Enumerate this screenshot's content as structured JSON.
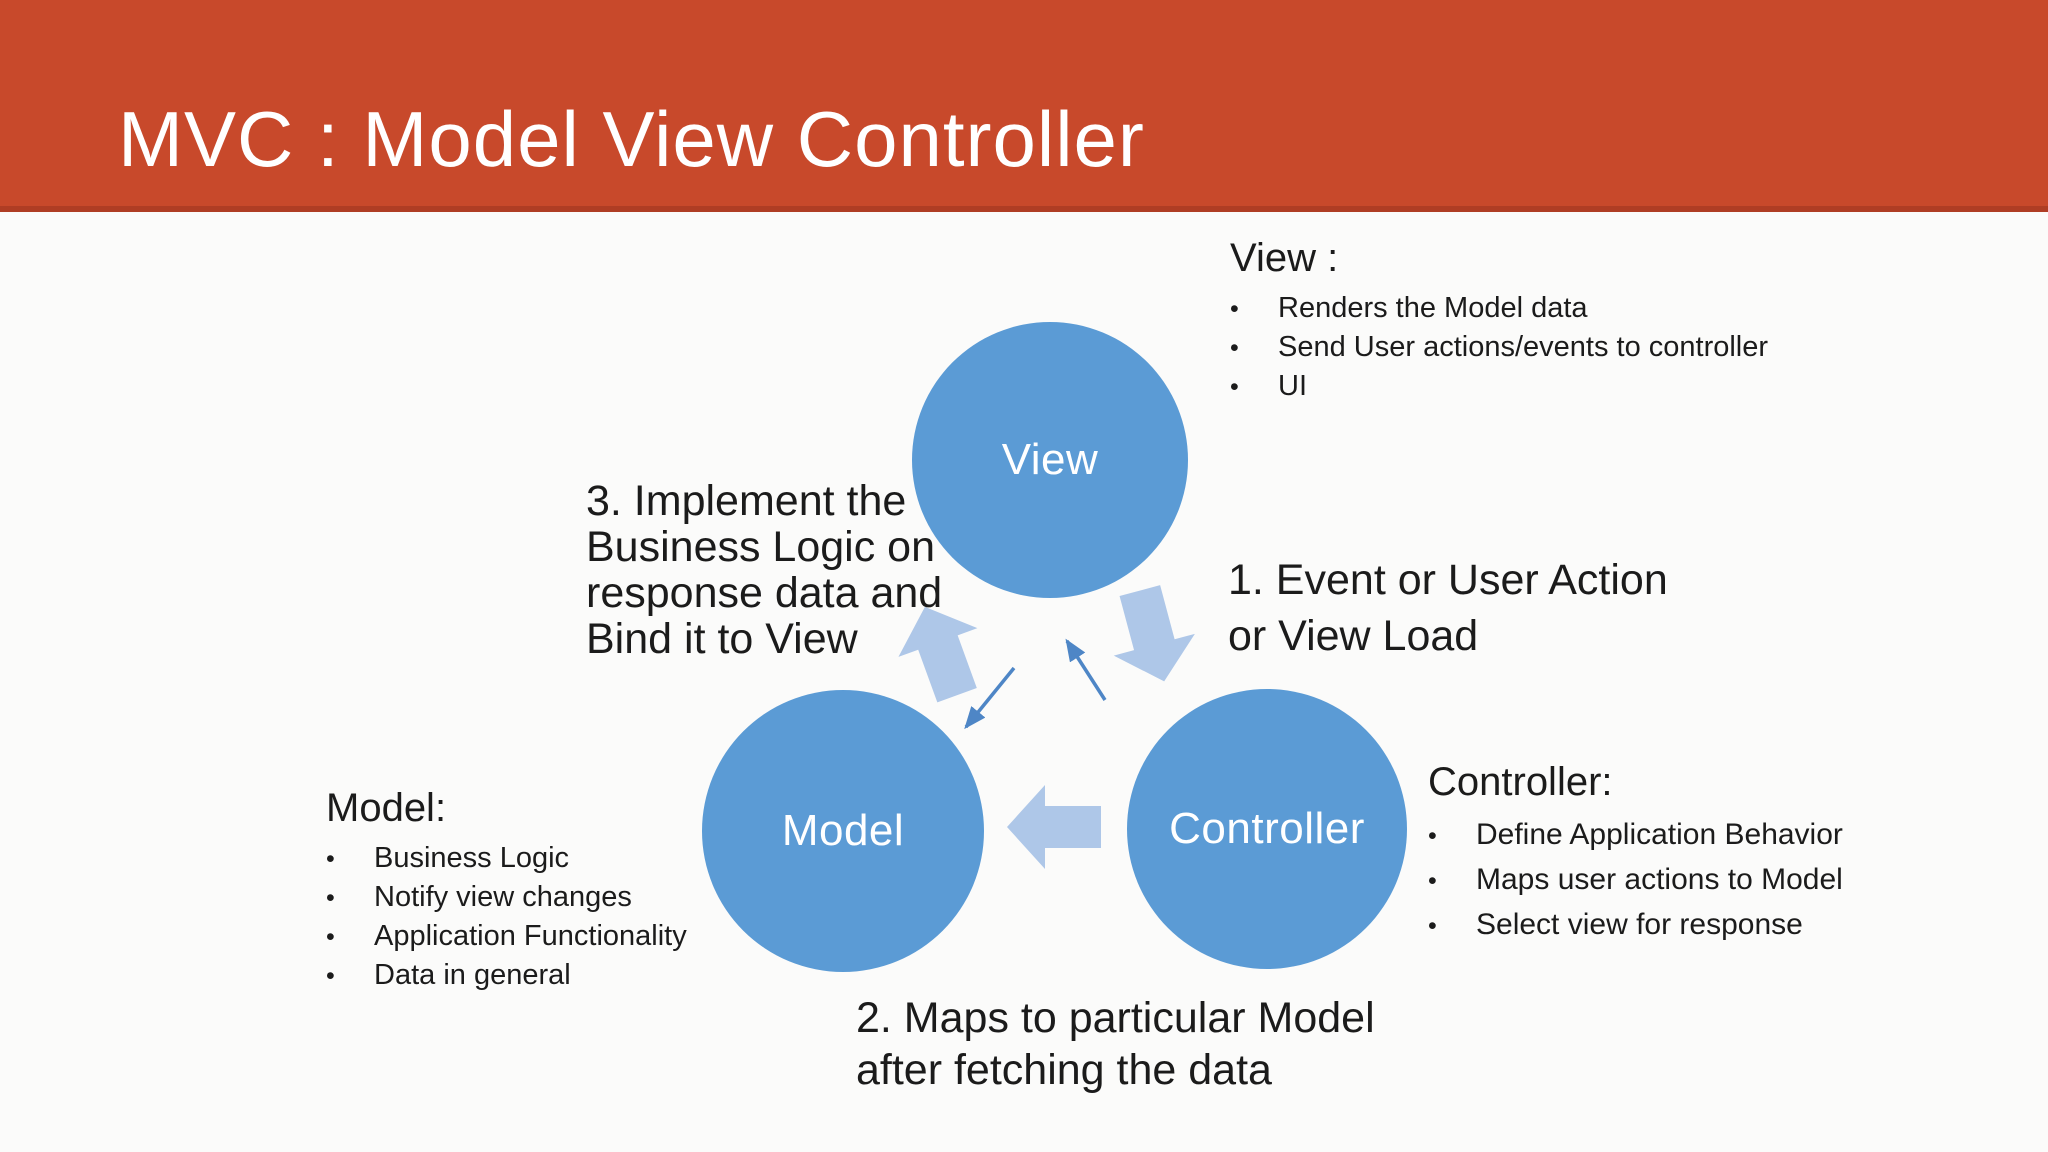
{
  "slide": {
    "title": "MVC : Model View Controller"
  },
  "diagram": {
    "nodes": {
      "view": "View",
      "model": "Model",
      "controller": "Controller"
    },
    "arrows": [
      "view-to-controller-block",
      "controller-to-model-block",
      "model-to-view-block",
      "view-to-model-line",
      "controller-to-view-line"
    ]
  },
  "notes": {
    "view": {
      "heading": "View :",
      "bullets": [
        "Renders the Model data",
        "Send User actions/events to controller",
        "UI"
      ]
    },
    "model": {
      "heading": "Model:",
      "bullets": [
        "Business Logic",
        "Notify view changes",
        "Application Functionality",
        "Data in general"
      ]
    },
    "controller": {
      "heading": "Controller:",
      "bullets": [
        "Define Application Behavior",
        "Maps user actions to Model",
        "Select view for response"
      ]
    }
  },
  "annotations": {
    "step1": "1. Event or User Action\nor View Load",
    "step2": "2. Maps to particular Model\nafter fetching the data",
    "step3": "3. Implement the\nBusiness Logic on\nresponse data and\nBind it to View"
  },
  "colors": {
    "header_bg": "#C8492B",
    "header_edge": "#AF3D24",
    "title_text": "#FFFFFF",
    "circle_fill": "#5B9BD5",
    "circle_text": "#FFFFFF",
    "block_arrow": "#AEC7E8",
    "thin_arrow": "#4E86C6",
    "body_text": "#1B1B1B",
    "slide_bg": "#FBFBFA"
  }
}
